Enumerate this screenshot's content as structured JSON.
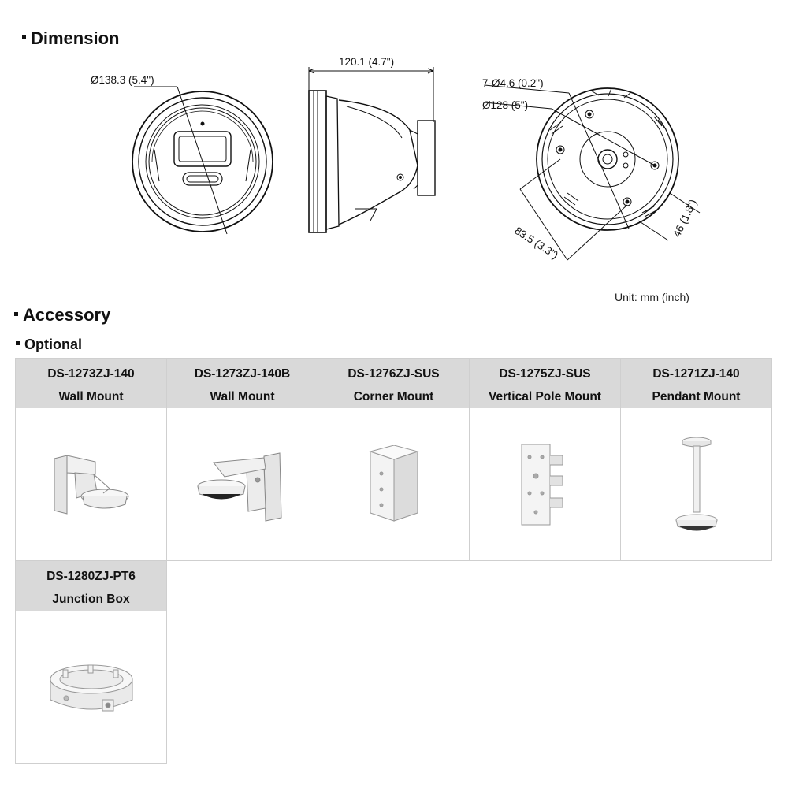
{
  "sections": {
    "dimension_title": "Dimension",
    "accessory_title": "Accessory",
    "optional_title": "Optional"
  },
  "dimensions": {
    "front_diameter": "Ø138.3 (5.4\")",
    "side_depth": "120.1 (4.7\")",
    "holes": "7-Ø4.6 (0.2\")",
    "base_diameter": "Ø128 (5\")",
    "spacing_a": "83.5 (3.3\")",
    "spacing_b": "46 (1.8\")",
    "unit_note": "Unit: mm (inch)"
  },
  "accessories": [
    {
      "model": "DS-1273ZJ-140",
      "name": "Wall Mount",
      "icon": "wall-mount-icon"
    },
    {
      "model": "DS-1273ZJ-140B",
      "name": "Wall Mount",
      "icon": "wall-mount-box-icon"
    },
    {
      "model": "DS-1276ZJ-SUS",
      "name": "Corner Mount",
      "icon": "corner-mount-icon"
    },
    {
      "model": "DS-1275ZJ-SUS",
      "name": "Vertical Pole Mount",
      "icon": "pole-mount-icon"
    },
    {
      "model": "DS-1271ZJ-140",
      "name": "Pendant Mount",
      "icon": "pendant-mount-icon"
    },
    {
      "model": "DS-1280ZJ-PT6",
      "name": "Junction Box",
      "icon": "junction-box-icon"
    }
  ],
  "colors": {
    "header_bg": "#d9d9d9",
    "border": "#cfcfcf",
    "line": "#111111"
  }
}
